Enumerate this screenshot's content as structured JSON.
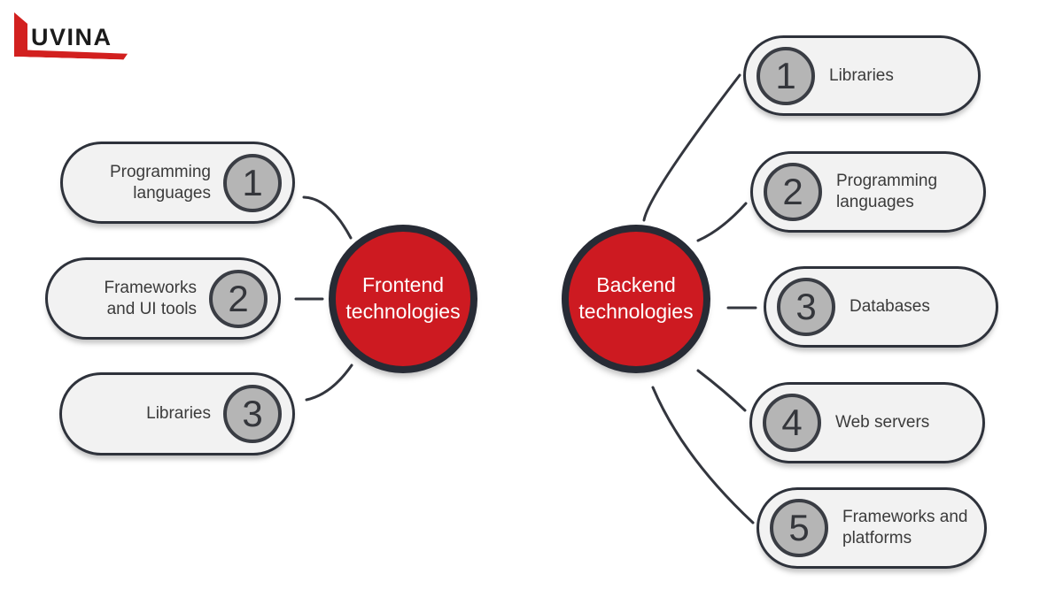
{
  "logo": {
    "brand": "UVINA"
  },
  "frontend": {
    "title": "Frontend technologies",
    "items": [
      {
        "number": "1",
        "label": "Programming languages"
      },
      {
        "number": "2",
        "label": "Frameworks and UI tools"
      },
      {
        "number": "3",
        "label": "Libraries"
      }
    ]
  },
  "backend": {
    "title": "Backend technologies",
    "items": [
      {
        "number": "1",
        "label": "Libraries"
      },
      {
        "number": "2",
        "label": "Programming languages"
      },
      {
        "number": "3",
        "label": "Databases"
      },
      {
        "number": "4",
        "label": "Web servers"
      },
      {
        "number": "5",
        "label": "Frameworks and platforms"
      }
    ]
  },
  "colors": {
    "accent_red": "#cd1a21",
    "outline_dark": "#2e323b",
    "pill_fill": "#f2f2f2",
    "number_fill": "#b5b5b5",
    "logo_red": "#d2201f",
    "text_dark": "#3b3b3b"
  }
}
